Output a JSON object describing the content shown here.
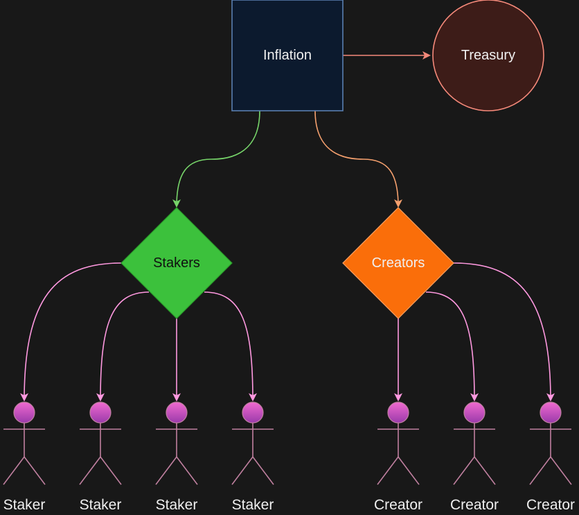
{
  "nodes": {
    "inflation": {
      "label": "Inflation"
    },
    "treasury": {
      "label": "Treasury"
    },
    "stakers": {
      "label": "Stakers"
    },
    "creators": {
      "label": "Creators"
    }
  },
  "actors": {
    "staker": [
      "Staker",
      "Staker",
      "Staker",
      "Staker"
    ],
    "creator": [
      "Creator",
      "Creator",
      "Creator"
    ]
  },
  "colors": {
    "background": "#181818",
    "inflation_fill": "#0c1a2e",
    "inflation_stroke": "#5a7fb0",
    "treasury_fill": "#3d1c18",
    "treasury_stroke": "#f5897a",
    "stakers_fill": "#3cc13c",
    "creators_fill": "#fa6e0a",
    "edge_green": "#77d56a",
    "edge_orange": "#f5a06e",
    "edge_pink": "#ff99e0",
    "actor_stroke": "#c080a0",
    "actor_head_top": "#f06ad0",
    "actor_head_bottom": "#9a3aaa"
  }
}
